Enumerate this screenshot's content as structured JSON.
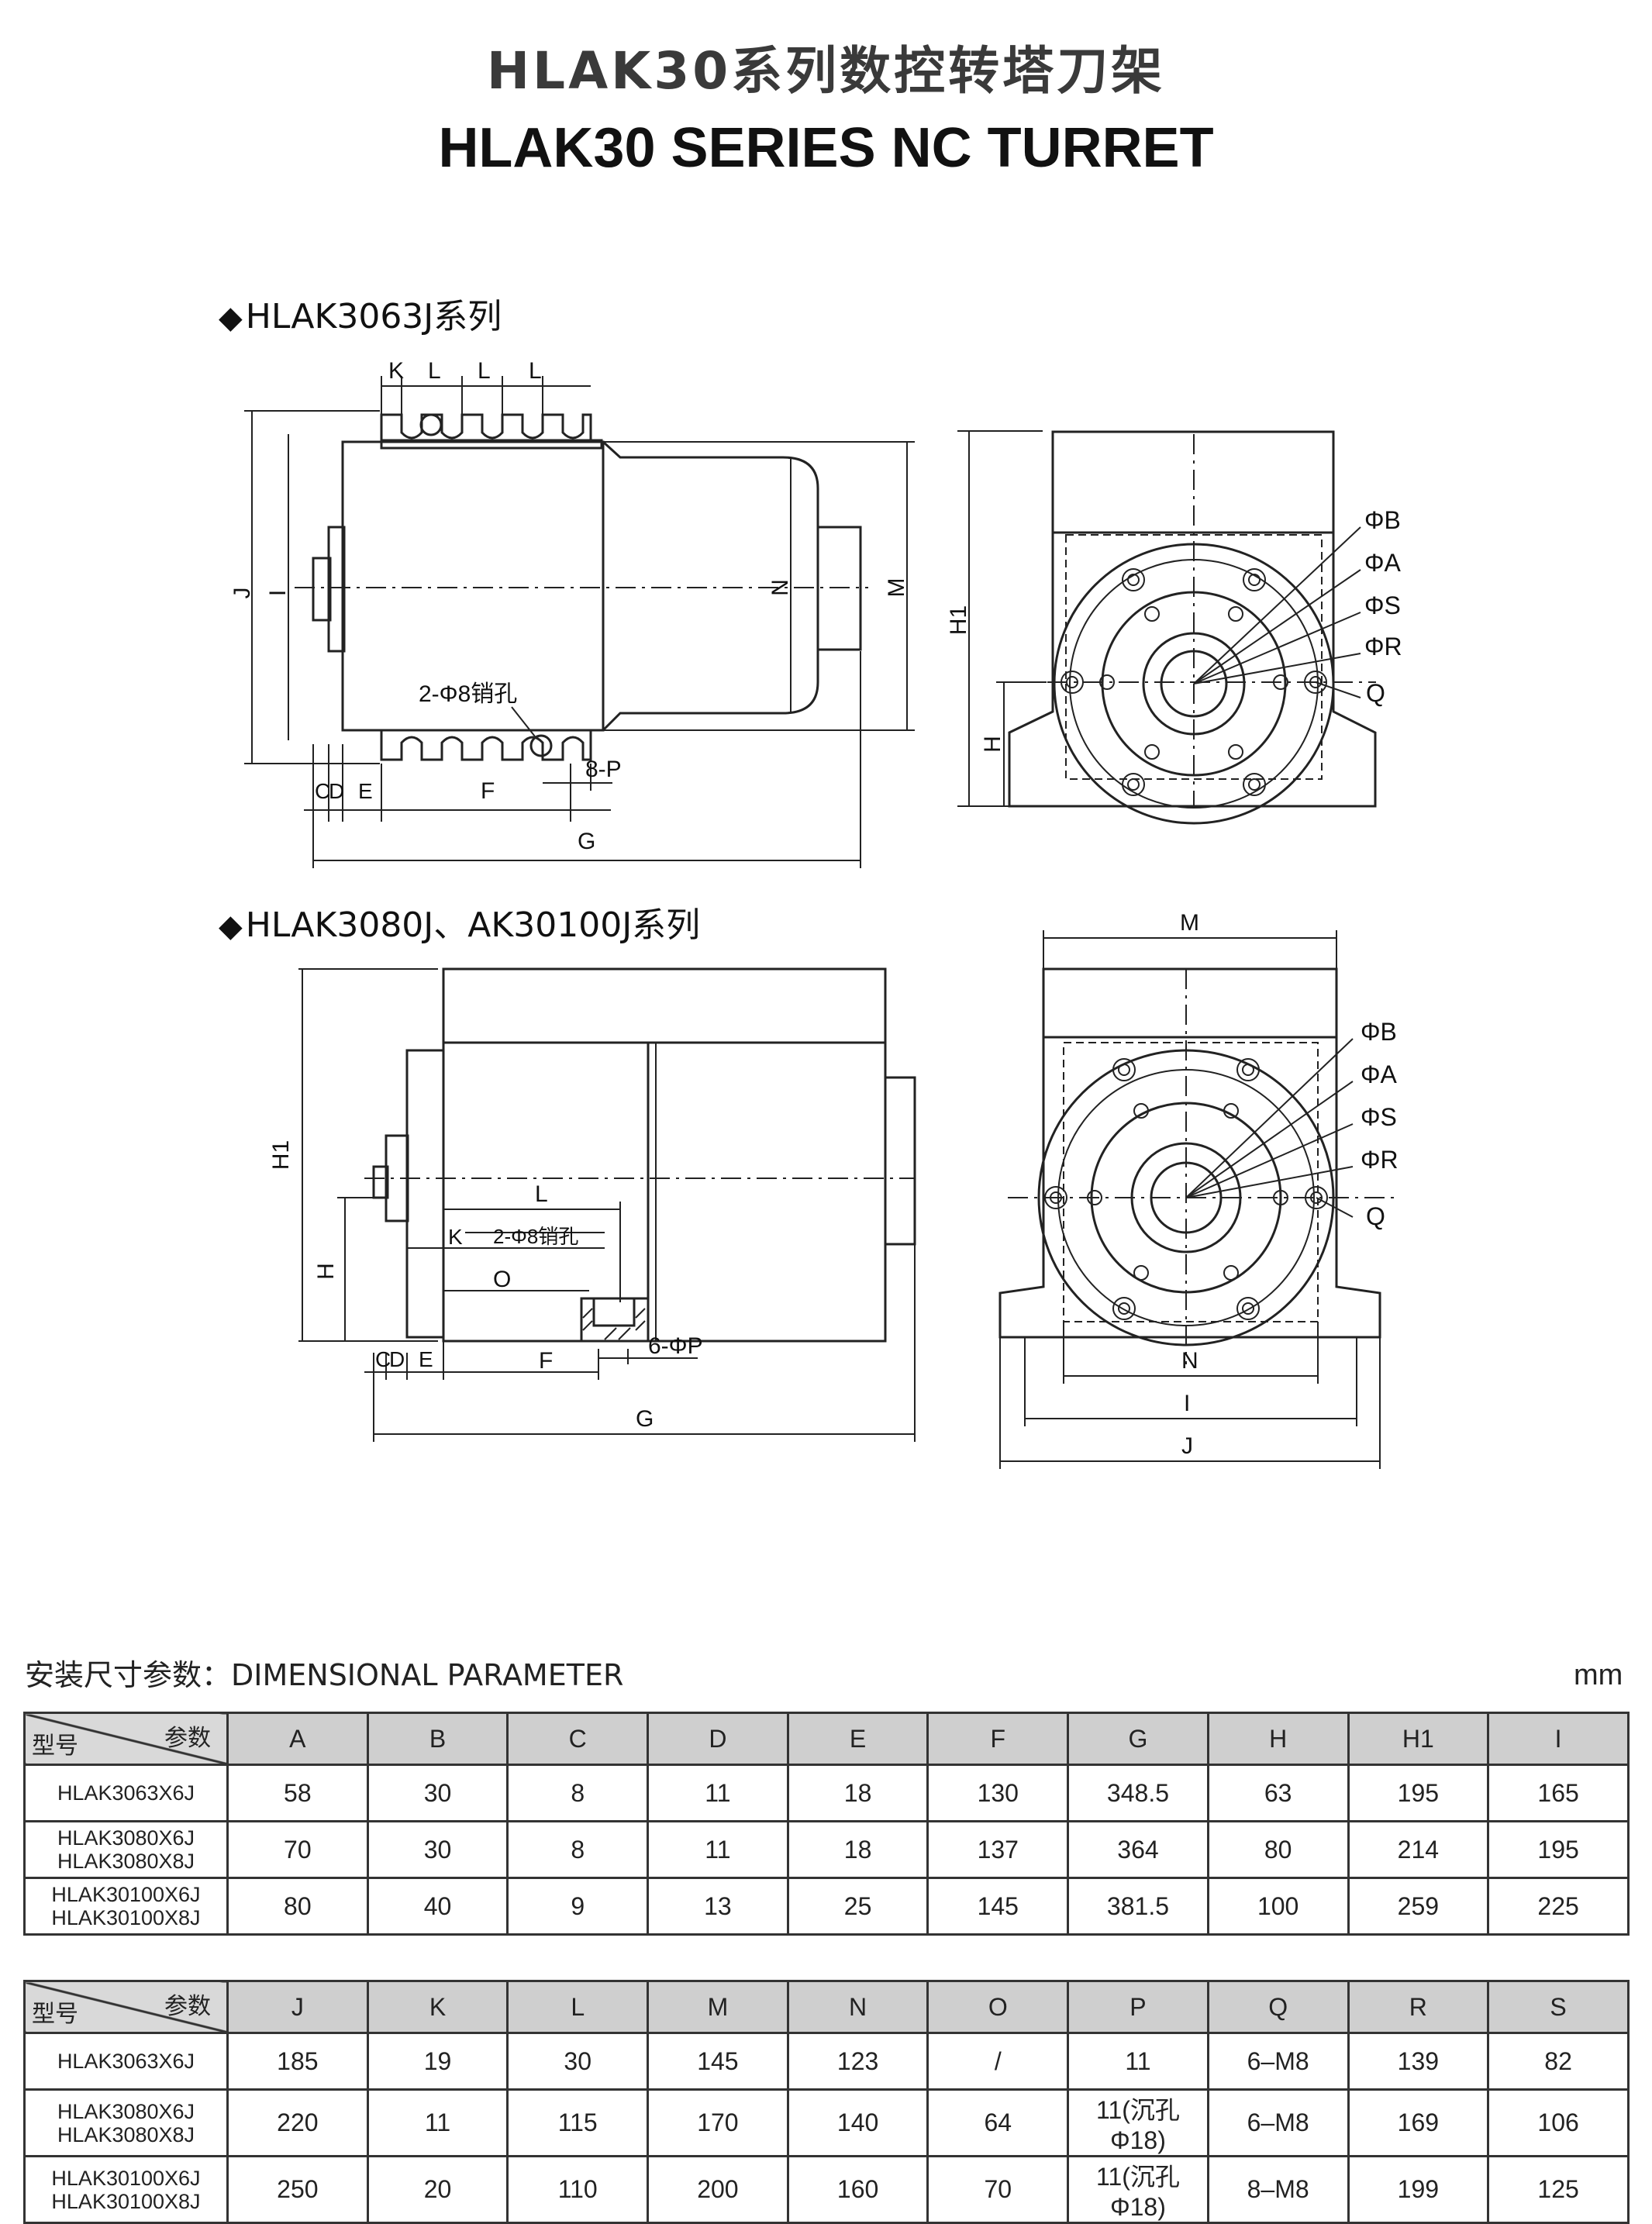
{
  "header": {
    "title_cn": "HLAK30系列数控转塔刀架",
    "title_en": "HLAK30 SERIES NC TURRET"
  },
  "series_1": {
    "marker": "◆",
    "label": "HLAK3063J系列"
  },
  "series_2": {
    "marker": "◆",
    "label": "HLAK3080J、AK30100J系列"
  },
  "drawing_1": {
    "side_labels": {
      "K": "K",
      "L1": "L",
      "L2": "L",
      "L3": "L",
      "J": "J",
      "I": "I",
      "N": "N",
      "M": "M",
      "pin": "2-Φ8销孔",
      "P": "8-P",
      "C": "C",
      "D": "D",
      "E": "E",
      "F": "F",
      "G": "G"
    },
    "front_labels": {
      "H1": "H1",
      "H": "H",
      "B": "ΦB",
      "A": "ΦA",
      "S": "ΦS",
      "R": "ΦR",
      "Q": "Q"
    }
  },
  "drawing_2": {
    "side_labels": {
      "H1": "H1",
      "H": "H",
      "L": "L",
      "K": "K",
      "pin": "2-Φ8销孔",
      "O": "O",
      "P": "6-ΦP",
      "C": "C",
      "D": "D",
      "E": "E",
      "F": "F",
      "G": "G"
    },
    "front_labels": {
      "M": "M",
      "B": "ΦB",
      "A": "ΦA",
      "S": "ΦS",
      "R": "ΦR",
      "Q": "Q",
      "N": "N",
      "I": "I",
      "J": "J"
    }
  },
  "params": {
    "section_label": "安装尺寸参数：DIMENSIONAL PARAMETER",
    "unit": "mm",
    "corner_param": "参数",
    "corner_model": "型号",
    "table1": {
      "headers": [
        "A",
        "B",
        "C",
        "D",
        "E",
        "F",
        "G",
        "H",
        "H1",
        "I"
      ],
      "rows": [
        {
          "model": [
            "HLAK3063X6J"
          ],
          "values": [
            "58",
            "30",
            "8",
            "11",
            "18",
            "130",
            "348.5",
            "63",
            "195",
            "165"
          ]
        },
        {
          "model": [
            "HLAK3080X6J",
            "HLAK3080X8J"
          ],
          "values": [
            "70",
            "30",
            "8",
            "11",
            "18",
            "137",
            "364",
            "80",
            "214",
            "195"
          ]
        },
        {
          "model": [
            "HLAK30100X6J",
            "HLAK30100X8J"
          ],
          "values": [
            "80",
            "40",
            "9",
            "13",
            "25",
            "145",
            "381.5",
            "100",
            "259",
            "225"
          ]
        }
      ]
    },
    "table2": {
      "headers": [
        "J",
        "K",
        "L",
        "M",
        "N",
        "O",
        "P",
        "Q",
        "R",
        "S"
      ],
      "rows": [
        {
          "model": [
            "HLAK3063X6J"
          ],
          "values": [
            "185",
            "19",
            "30",
            "145",
            "123",
            "/",
            "11",
            "6–M8",
            "139",
            "82"
          ]
        },
        {
          "model": [
            "HLAK3080X6J",
            "HLAK3080X8J"
          ],
          "values": [
            "220",
            "11",
            "115",
            "170",
            "140",
            "64",
            "11(沉孔Φ18)",
            "6–M8",
            "169",
            "106"
          ]
        },
        {
          "model": [
            "HLAK30100X6J",
            "HLAK30100X8J"
          ],
          "values": [
            "250",
            "20",
            "110",
            "200",
            "160",
            "70",
            "11(沉孔Φ18)",
            "8–M8",
            "199",
            "125"
          ]
        }
      ]
    }
  }
}
